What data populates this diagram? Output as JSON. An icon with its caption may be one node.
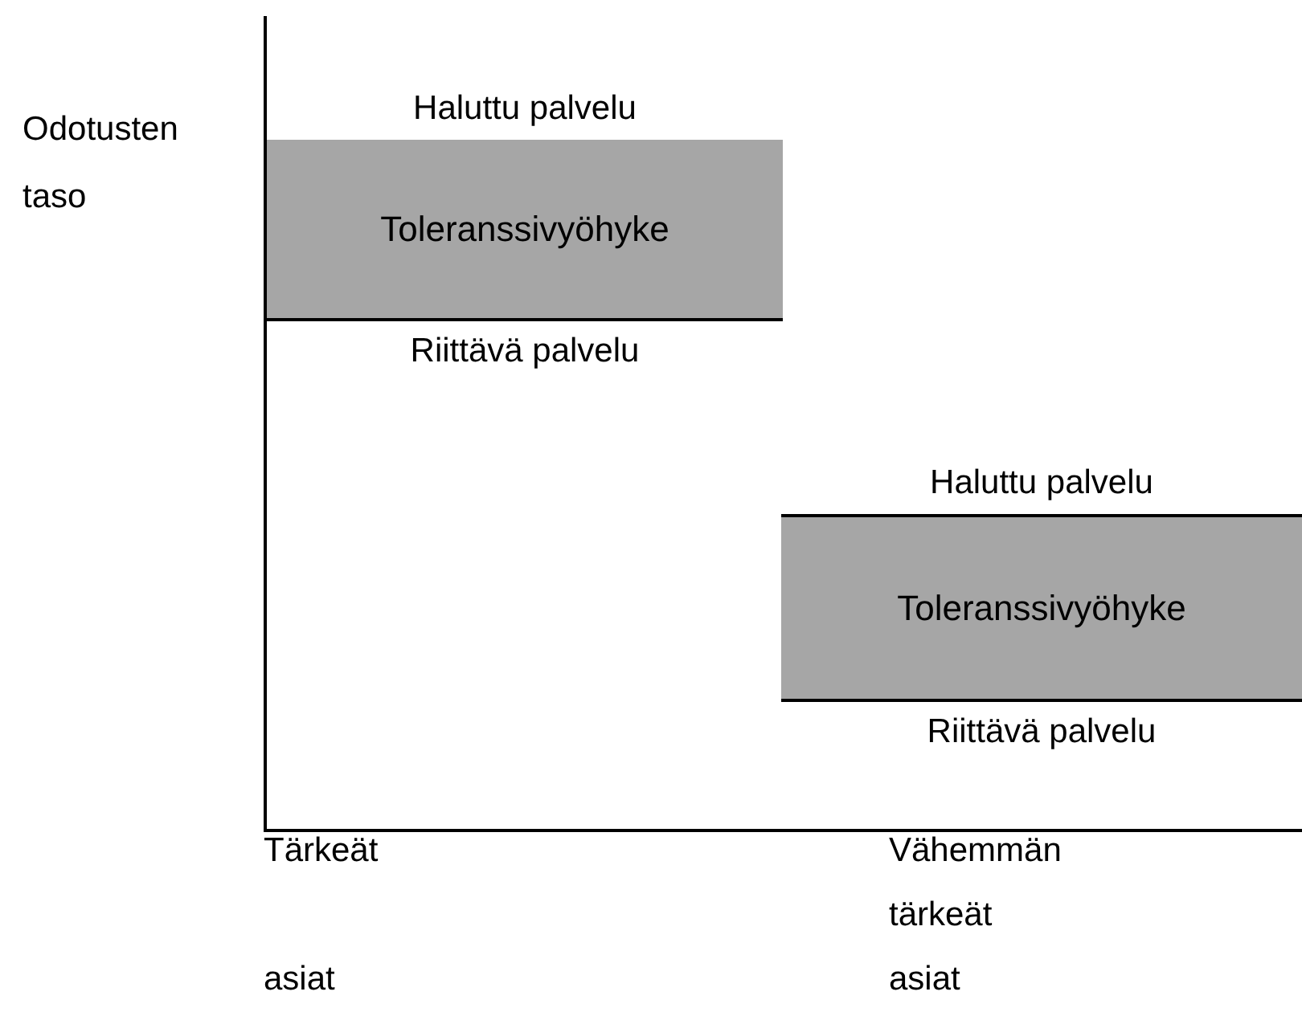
{
  "diagram": {
    "nodes": [
      {
        "text": [
          "Toleranssivyöhyke"
        ],
        "beside": [
          "Haluttu palvelu",
          "Riittävä palvelu"
        ]
      },
      {
        "text": [
          "Toleranssivyöhyke"
        ],
        "beside": [
          "Haluttu palvelu",
          "Riittävä palvelu"
        ]
      }
    ],
    "labels": [
      "Odotusten taso",
      "Tärkeät asiat",
      "Vähemmän tärkeät asiat"
    ]
  }
}
